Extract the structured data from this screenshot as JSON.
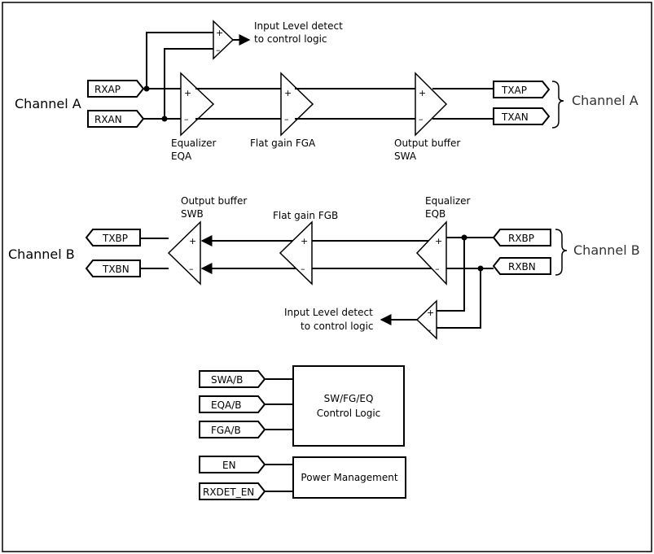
{
  "channel_a": {
    "left_label": "Channel A",
    "right_label": "Channel A",
    "inputs": [
      "RXAP",
      "RXAN"
    ],
    "outputs": [
      "TXAP",
      "TXAN"
    ],
    "detect_label_1": "Input Level detect",
    "detect_label_2": "to control logic",
    "eq_label_1": "Equalizer",
    "eq_label_2": "EQA",
    "fg_label": "Flat gain FGA",
    "sw_label_1": "Output buffer",
    "sw_label_2": "SWA"
  },
  "channel_b": {
    "left_label": "Channel B",
    "right_label": "Channel B",
    "inputs": [
      "RXBP",
      "RXBN"
    ],
    "outputs": [
      "TXBP",
      "TXBN"
    ],
    "detect_label_1": "Input Level detect",
    "detect_label_2": "to control logic",
    "eq_label_1": "Equalizer",
    "eq_label_2": "EQB",
    "fg_label": "Flat gain FGB",
    "sw_label_1": "Output buffer",
    "sw_label_2": "SWB"
  },
  "signs": {
    "plus": "+",
    "minus": "–"
  },
  "control": {
    "inputs": [
      "SWA/B",
      "EQA/B",
      "FGA/B"
    ],
    "block_label_1": "SW/FG/EQ",
    "block_label_2": "Control Logic"
  },
  "power": {
    "inputs": [
      "EN",
      "RXDET_EN"
    ],
    "block_label": "Power Management"
  }
}
